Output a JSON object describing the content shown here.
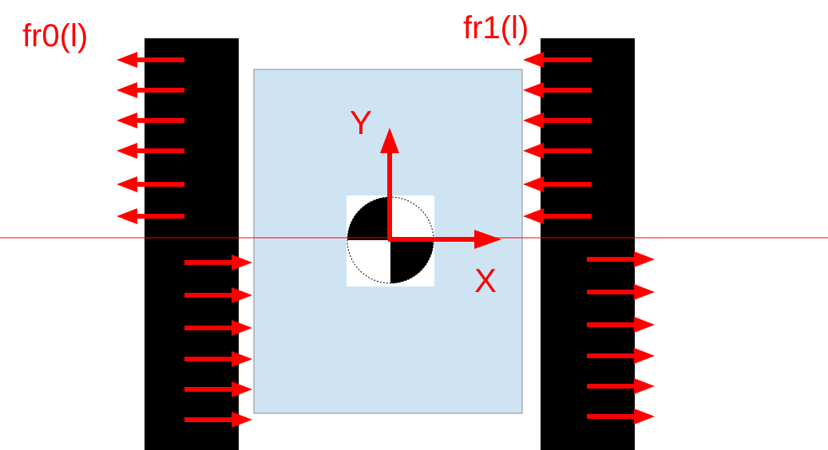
{
  "labels": {
    "left_track": "fr0(l)",
    "right_track": "fr1(l)",
    "y_axis": "Y",
    "x_axis": "X"
  },
  "colors": {
    "arrow": "#ff0000",
    "track": "#000000",
    "body": "#cfe4f3",
    "body_border": "#8a8a8a",
    "centerline": "#ff0000",
    "cog_marker": "#000000"
  },
  "icons": {
    "center_of_gravity": "cog-marker-icon"
  },
  "force_arrows": {
    "left_track_upper_direction": "left",
    "left_track_lower_direction": "right",
    "right_track_upper_direction": "left",
    "right_track_lower_direction": "right",
    "count_per_group": 6
  }
}
